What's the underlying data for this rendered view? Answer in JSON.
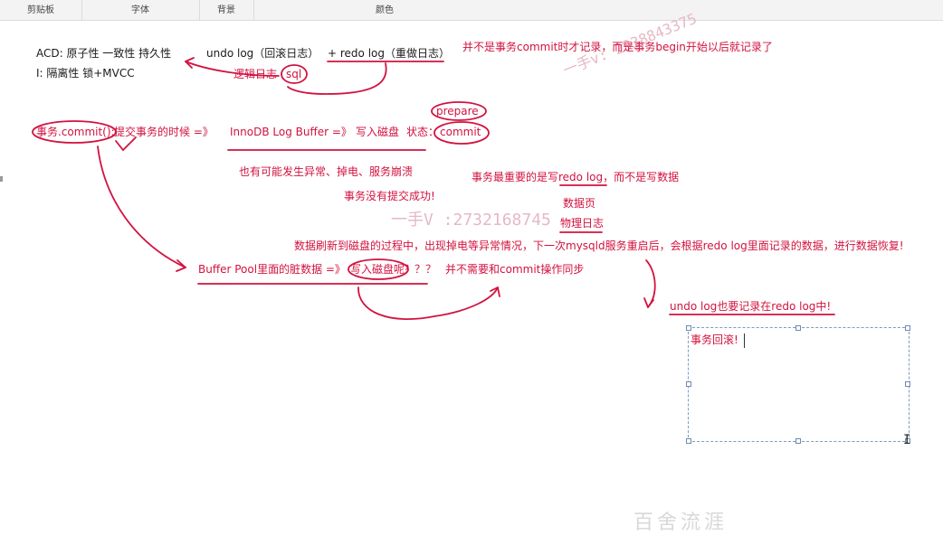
{
  "ribbon": {
    "groups": [
      "剪贴板",
      "字体",
      "背景",
      "颜色"
    ]
  },
  "notes": {
    "acd_line": "ACD: 原子性    一致性     持久性",
    "undo_log": "undo log（回滚日志）",
    "redo_log": "+ redo log（重做日志）",
    "i_line": "I:  隔离性    锁+MVCC",
    "not_commit": "并不是事务commit时才记录，而是事务begin开始以后就记录了",
    "logic_log": "逻辑日志",
    "sql": "sql",
    "tx_commit": "事务.commit();",
    "submit_when": "提交事务的时候   =》",
    "innodb_buffer": "InnoDB Log Buffer =》",
    "write_disk": "写入磁盘",
    "status": "状态：",
    "prepare": "prepare",
    "commit": "commit",
    "may_fail": "也有可能发生异常、掉电、服务崩溃",
    "not_success": "事务没有提交成功!",
    "most_important": "事务最重要的是写redo log，而不是写数据",
    "data_page": "数据页",
    "physical_log": "物理日志",
    "flush_note": "数据刷新到磁盘的过程中，出现掉电等异常情况，下一次mysqld服务重启后，会根据redo log里面记录的数据，进行数据恢复!",
    "buffer_pool": "Buffer Pool里面的脏数据 =》",
    "write_disk_q": "写入磁盘呢",
    "qqq": "？？？",
    "no_sync": "并不需要和commit操作同步",
    "undo_also": "undo log也要记录在redo log中!",
    "rollback": "事务回滚!",
    "watermark1": "一手v: 2938843375",
    "watermark2": "一手V :2732168745",
    "bottom_partial": "百舍流涯"
  },
  "colors": {
    "ink_red": "#d2123f",
    "text_black": "#1a1a1a"
  }
}
